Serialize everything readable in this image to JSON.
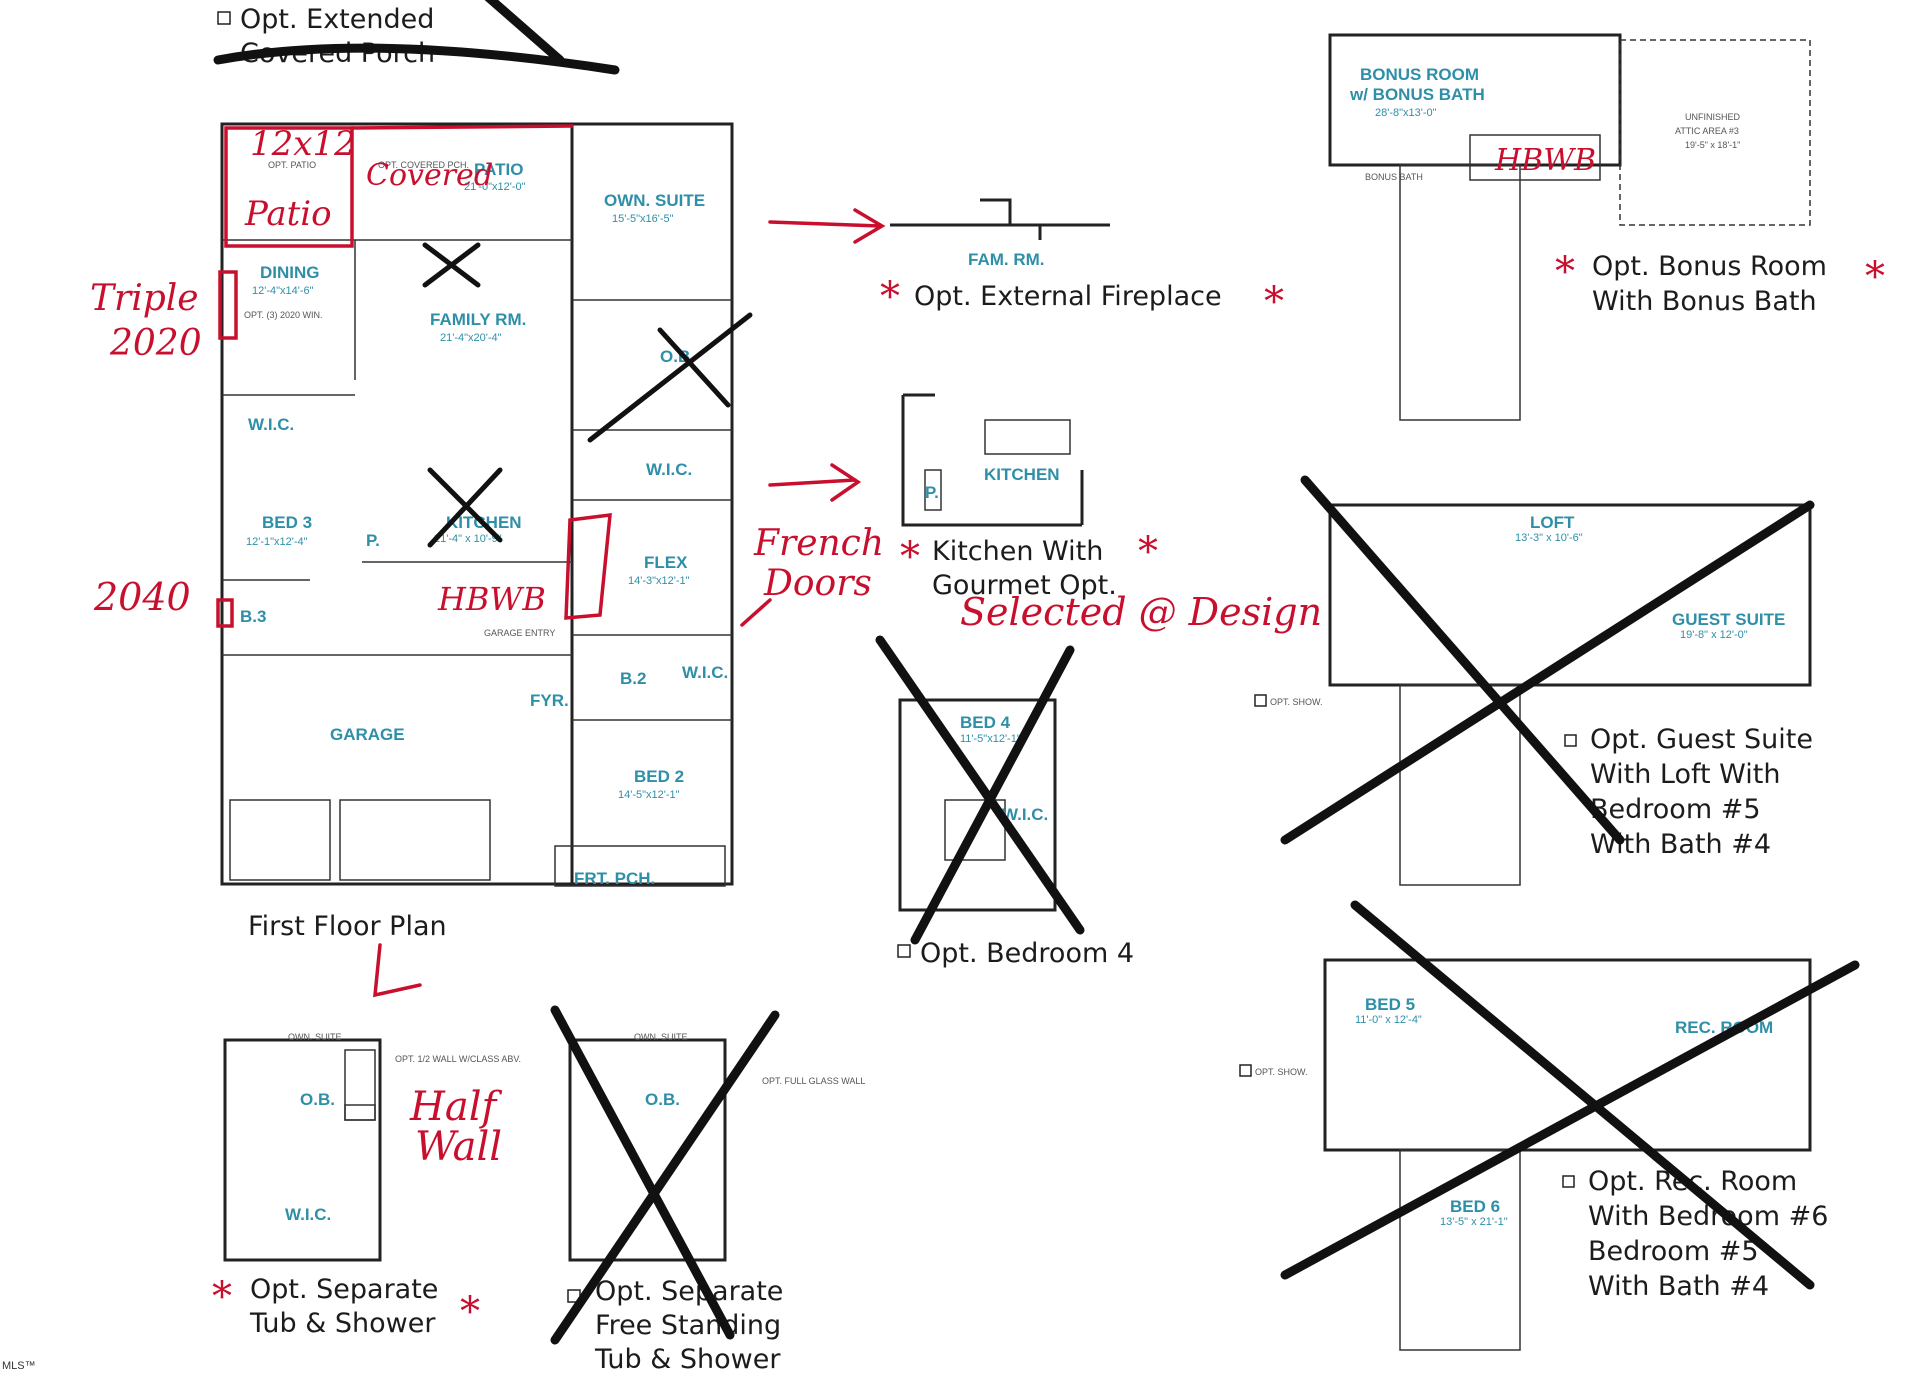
{
  "labels": {
    "porch_option": [
      "Opt. Extended",
      "Covered Porch"
    ],
    "first_floor": "First Floor Plan",
    "ext_fireplace": "Opt. External Fireplace",
    "kitchen_option": [
      "Kitchen With",
      "Gourmet Opt."
    ],
    "bedroom4": "Opt. Bedroom 4",
    "bonus_room": [
      "Opt. Bonus Room",
      "With Bonus Bath"
    ],
    "guest_suite": [
      "Opt. Guest Suite",
      "With Loft With",
      "Bedroom #5",
      "With Bath #4"
    ],
    "rec_room": [
      "Opt. Rec. Room",
      "With Bedroom #6",
      "Bedroom #5",
      "With Bath #4"
    ],
    "sep_tub": [
      "Opt. Separate",
      "Tub & Shower"
    ],
    "free_tub": [
      "Opt. Separate",
      "Free Standing",
      "Tub & Shower"
    ]
  },
  "rooms": {
    "patio": "PATIO",
    "patio_dim": "21'-0\"x12'-0\"",
    "own_suite": "OWN. SUITE",
    "own_suite_dim": "15'-5\"x16'-5\"",
    "dining": "DINING",
    "dining_dim": "12'-4\"x14'-6\"",
    "family": "FAMILY RM.",
    "family_dim": "21'-4\"x20'-4\"",
    "wic": "W.I.C.",
    "ob": "O.B.",
    "bed3": "BED 3",
    "bed3_dim": "12'-1\"x12'-4\"",
    "kitchen": "KITCHEN",
    "kitchen_dim": "21'-4\" x 10'-9\"",
    "flex": "FLEX",
    "flex_dim": "14'-3\"x12'-1\"",
    "b2": "B.2",
    "b3": "B.3",
    "pantry": "P.",
    "fyr": "FYR.",
    "garage": "GARAGE",
    "garage_entry": "GARAGE ENTRY",
    "bed2": "BED 2",
    "bed2_dim": "14'-5\"x12'-1\"",
    "frt_pch": "FRT. PCH.",
    "fam_rm": "FAM. RM.",
    "bonus": "BONUS ROOM",
    "bonus_sub": "w/ BONUS BATH",
    "bonus_dim": "28'-8\"x13'-0\"",
    "unfinished": "UNFINISHED",
    "attic3": "ATTIC AREA #3",
    "attic3_dim": "19'-5\" x 18'-1\"",
    "bonus_bath": "BONUS BATH",
    "bed4": "BED 4",
    "bed4_dim": "11'-5\"x12'-1\"",
    "loft": "LOFT",
    "loft_dim": "13'-3\" x 10'-6\"",
    "guest_suite": "GUEST SUITE",
    "guest_suite_dim": "19'-8\" x 12'-0\"",
    "bed5": "BED 5",
    "bed5_dim": "11'-0\" x 12'-4\"",
    "rec_room": "REC. ROOM",
    "bed6": "BED 6",
    "bed6_dim": "13'-5\" x 21'-1\"",
    "opt_show": "OPT. SHOW.",
    "opt_patio": "OPT. PATIO",
    "opt_cov_porch": "OPT. COVERED PCH.",
    "opt_win": "OPT. (3) 2020 WIN.",
    "opt_half_wall": "OPT. 1/2 WALL W/CLASS ABV.",
    "opt_glass_wall": "OPT. FULL GLASS WALL"
  },
  "annotations": {
    "patio_size": "12x12",
    "patio": "Patio",
    "covered": "Covered",
    "triple": "Triple",
    "triple2": "2020",
    "win2040": "2040",
    "hand_kitchen": "HBWB",
    "hand_bonus": "HBWB",
    "french": "French",
    "doors": "Doors",
    "selected": "Selected @ Design",
    "half": "Half",
    "wall": "Wall"
  },
  "footer": "MLS™",
  "colors": {
    "ink": "#c8102e",
    "plan_text": "#2f8fa8",
    "cross": "#111111"
  }
}
